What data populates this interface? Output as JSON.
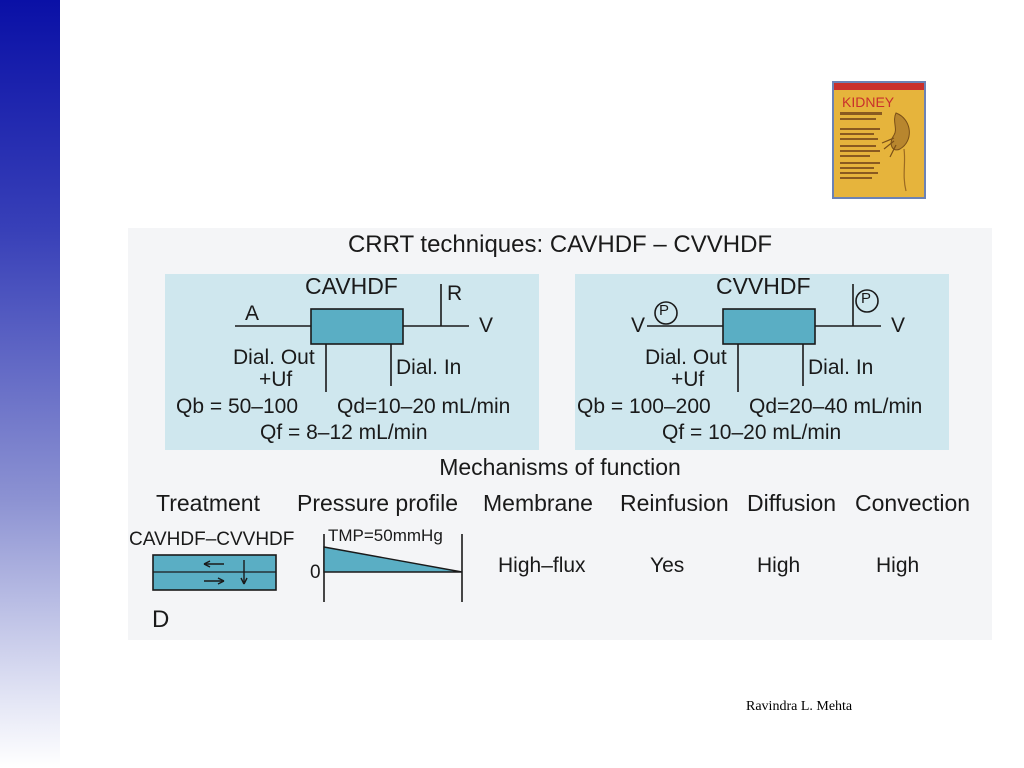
{
  "book_cover": {
    "title": "KIDNEY"
  },
  "figure": {
    "title": "CRRT techniques: CAVHDF – CVVHDF",
    "left_panel": {
      "name": "CAVHDF",
      "label_a": "A",
      "label_r": "R",
      "label_v": "V",
      "dial_out": "Dial. Out",
      "uf": "+Uf",
      "dial_in": "Dial. In",
      "qb": "Qb = 50–100",
      "qd": "Qd=10–20 mL/min",
      "qf": "Qf = 8–12 mL/min"
    },
    "right_panel": {
      "name": "CVVHDF",
      "label_v_left": "V",
      "label_v_right": "V",
      "pump_symbol": "P",
      "dial_out": "Dial. Out",
      "uf": "+Uf",
      "dial_in": "Dial. In",
      "qb": "Qb = 100–200",
      "qd": "Qd=20–40 mL/min",
      "qf": "Qf = 10–20 mL/min"
    },
    "mechanisms_title": "Mechanisms of function",
    "table": {
      "headers": [
        "Treatment",
        "Pressure profile",
        "Membrane",
        "Reinfusion",
        "Diffusion",
        "Convection"
      ],
      "treatment_label": "CAVHDF–CVVHDF",
      "tmp_label": "TMP=50mmHg",
      "zero_label": "0",
      "values": {
        "membrane": "High–flux",
        "reinfusion": "Yes",
        "diffusion": "High",
        "convection": "High"
      }
    },
    "panel_letter": "D"
  },
  "credit": "Ravindra L. Mehta",
  "colors": {
    "sidebar_top": "#0a10a6",
    "panel_bg": "#cfe7ee",
    "filter_fill": "#5aaec4",
    "book_bg": "#e9b53a"
  }
}
